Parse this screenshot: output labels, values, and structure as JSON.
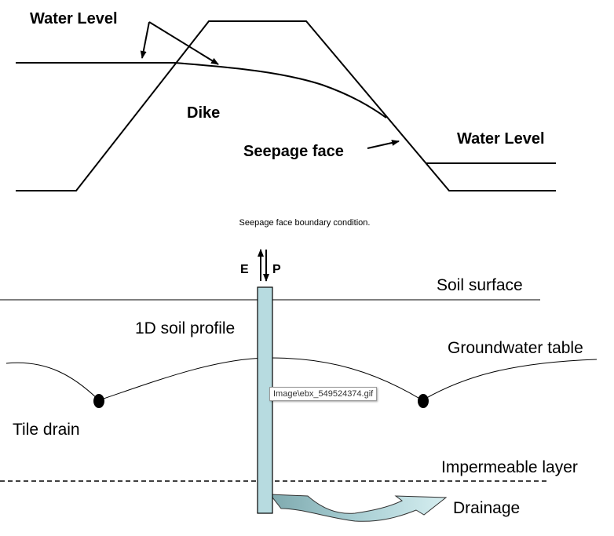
{
  "dike_figure": {
    "labels": {
      "water_level_left": "Water Level",
      "dike": "Dike",
      "seepage_face": "Seepage face",
      "water_level_right": "Water Level"
    },
    "caption": "Seepage face boundary condition."
  },
  "drain_figure": {
    "labels": {
      "evaporation": "E",
      "precipitation": "P",
      "soil_surface": "Soil surface",
      "soil_profile": "1D soil profile",
      "groundwater_table": "Groundwater table",
      "tile_drain": "Tile drain",
      "impermeable_layer": "Impermeable layer",
      "drainage": "Drainage"
    },
    "column_color": "#b7dbe0",
    "arrow_color": "#8fbcc2"
  },
  "tooltip": {
    "text": "Image\\ebx_549524374.gif"
  }
}
